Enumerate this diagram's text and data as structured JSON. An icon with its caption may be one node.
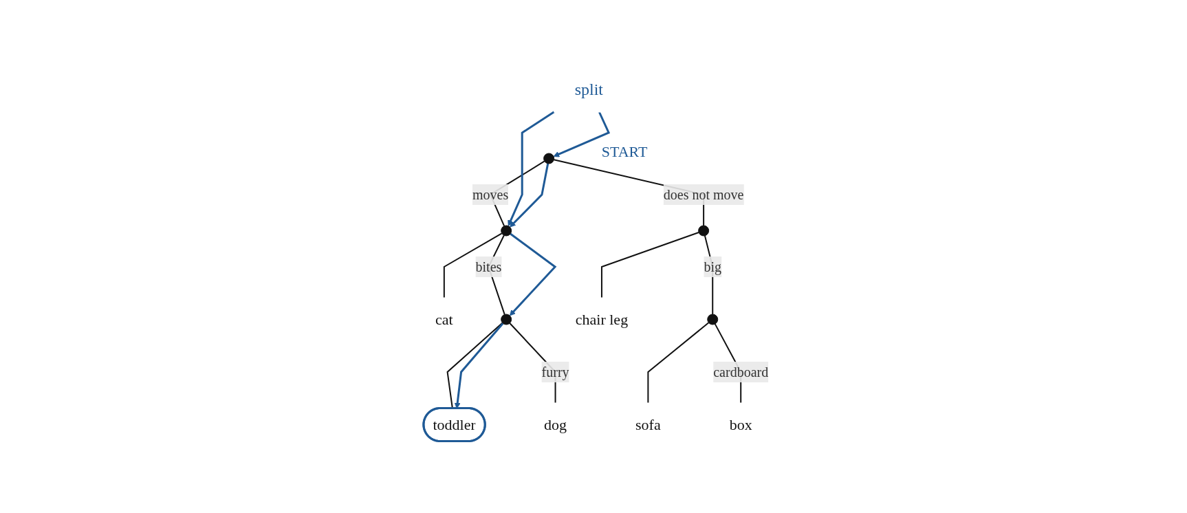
{
  "diagram": {
    "nodes": [
      {
        "text": [],
        "shape": "circle",
        "beside": [
          "START"
        ]
      },
      {
        "text": [],
        "shape": "circle"
      },
      {
        "text": [
          "cat"
        ]
      },
      {
        "text": [],
        "shape": "circle"
      },
      {
        "text": [
          "toddler"
        ]
      },
      {
        "text": [
          "dog"
        ]
      },
      {
        "text": [],
        "shape": "circle"
      },
      {
        "text": [
          "chair leg"
        ]
      },
      {
        "text": [],
        "shape": "circle"
      },
      {
        "text": [
          "sofa"
        ]
      },
      {
        "text": [
          "box"
        ]
      },
      {
        "text": [
          "split"
        ]
      }
    ],
    "edges": [
      {
        "from": 0,
        "to": 1,
        "arrow": "none",
        "label": "moves"
      },
      {
        "from": 1,
        "to": 2,
        "arrow": "none"
      },
      {
        "from": 1,
        "to": 3,
        "arrow": "none",
        "label": "bites"
      },
      {
        "from": 3,
        "to": 4,
        "arrow": "none"
      },
      {
        "from": 3,
        "to": 5,
        "arrow": "none",
        "label": "furry"
      },
      {
        "from": 0,
        "to": 6,
        "arrow": "none",
        "label": "does not move"
      },
      {
        "from": 6,
        "to": 7,
        "arrow": "none"
      },
      {
        "from": 6,
        "to": 8,
        "arrow": "none",
        "label": "big"
      },
      {
        "from": 8,
        "to": 9,
        "arrow": "none"
      },
      {
        "from": 8,
        "to": 10,
        "arrow": "none",
        "label": "cardboard"
      },
      {
        "from": 11,
        "to": 0,
        "arrow": "to",
        "color": "#1f5a96"
      },
      {
        "from": 11,
        "to": 1,
        "arrow": "to",
        "color": "#1f5a96"
      },
      {
        "from": 0,
        "to": 1,
        "arrow": "to",
        "color": "#1f5a96"
      },
      {
        "from": 1,
        "to": 3,
        "arrow": "to",
        "color": "#1f5a96"
      },
      {
        "from": 3,
        "to": 4,
        "arrow": "to",
        "color": "#1f5a96"
      }
    ]
  }
}
